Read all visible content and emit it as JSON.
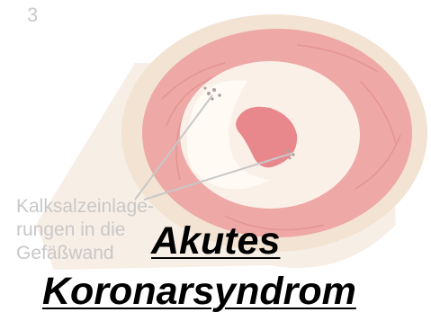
{
  "slide": {
    "figure_number": "3",
    "caption_lines": [
      "Kalksalzeinlage-",
      "rungen in die",
      "Gefäßwand"
    ],
    "title_lines": [
      "Akutes ",
      "Koronarsyndrom"
    ]
  },
  "illustration": {
    "icon": "artery-cross-section-icon",
    "colors": {
      "outer_wall": "#f3e6d8",
      "muscle_layer": "#eea3a3",
      "inner_layer": "#fbf1ea",
      "plaque": "#fffaf4",
      "lumen": "#e9868c"
    }
  }
}
